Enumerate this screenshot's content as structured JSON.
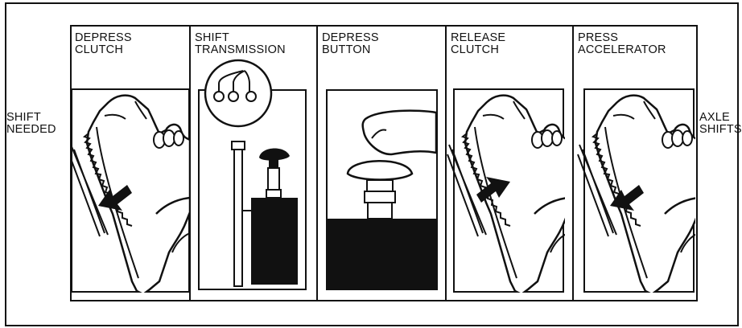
{
  "diagram": {
    "start_label": {
      "line1": "SHIFT",
      "line2": "NEEDED"
    },
    "end_label": {
      "line1": "AXLE",
      "line2": "SHIFTS"
    },
    "steps": [
      {
        "line1": "DEPRESS",
        "line2": "CLUTCH",
        "illustration": "foot-pedal-down-arrow"
      },
      {
        "line1": "SHIFT",
        "line2": "TRANSMISSION",
        "illustration": "shift-lever-and-button-knob"
      },
      {
        "line1": "DEPRESS",
        "line2": "BUTTON",
        "illustration": "finger-pressing-button"
      },
      {
        "line1": "RELEASE",
        "line2": "CLUTCH",
        "illustration": "foot-pedal-up-arrow"
      },
      {
        "line1": "PRESS",
        "line2": "ACCELERATOR",
        "illustration": "foot-pedal-down-arrow"
      }
    ]
  },
  "colors": {
    "ink": "#111111",
    "background": "#ffffff"
  }
}
